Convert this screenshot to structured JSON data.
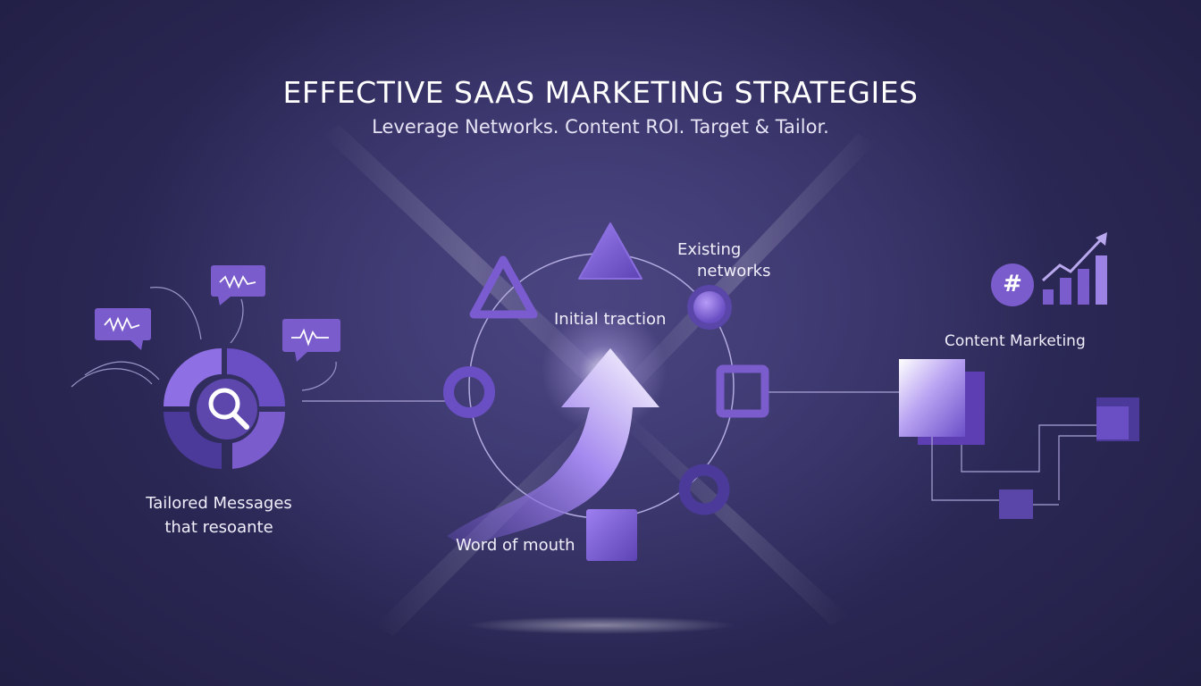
{
  "header": {
    "title": "EFFECTIVE SAAS MARKETING STRATEGIES",
    "subtitle": "Leverage Networks. Content ROI. Target & Tailor."
  },
  "labels": {
    "tailored_line1": "Tailored Messages",
    "tailored_line2": "that resoante",
    "initial_traction": "Initial traction",
    "existing_line1": "Existing",
    "existing_line2": "networks",
    "word_of_mouth": "Word of mouth",
    "content_marketing": "Content Marketing"
  },
  "icons": {
    "hashtag_symbol": "#"
  },
  "colors": {
    "background": "#2b2856",
    "accent": "#7b5ccc",
    "accent_light": "#9d82e6",
    "accent_dark": "#4b3a99"
  }
}
